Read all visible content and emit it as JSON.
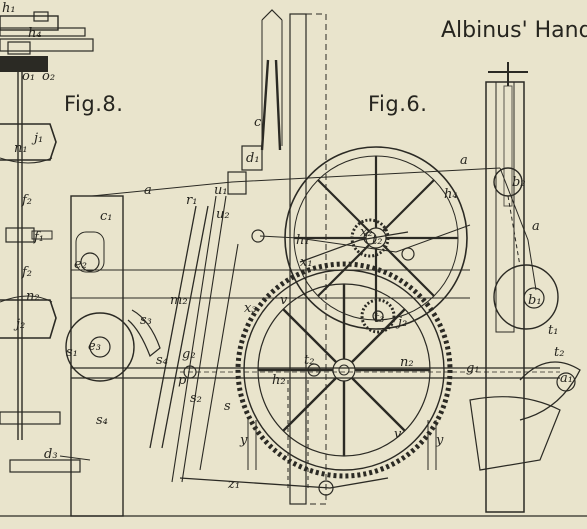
{
  "plate": {
    "title": "Albinus' Handv",
    "fig8": "Fig.8.",
    "fig6": "Fig.6."
  },
  "colors": {
    "paper": "#e9e4cc",
    "ink": "#2b2a24"
  },
  "labels": {
    "h1": "h₁",
    "h4_top": "h₄",
    "o1": "o₁",
    "o2": "o₂",
    "j1": "j₁",
    "n1": "n₁",
    "f2_a": "f₂",
    "f1": "f₁",
    "f2_b": "f₂",
    "n2_left": "n₂",
    "j2_left": "j₂",
    "d3": "d₃",
    "c1": "c₁",
    "e2": "e₂",
    "s3": "s₃",
    "s1": "s₁",
    "e3": "e₃",
    "s4_a": "s₄",
    "s4_b": "s₄",
    "a_left": "a",
    "r1": "r₁",
    "u1": "u₁",
    "u2": "u₂",
    "m2": "m₂",
    "g2": "g₂",
    "p": "p",
    "s2": "s₂",
    "s": "s",
    "y_left": "y",
    "z1": "z₁",
    "d1": "d₁",
    "c": "c",
    "h1_mid": "h₁",
    "x1": "x₁",
    "x3": "x₃",
    "v_top": "v",
    "v_bottom": "v",
    "t2": "t₂",
    "h2": "h₂",
    "n2_right": "n₂",
    "t3": "t₃",
    "j2_right": "j₂",
    "x2": "x₂",
    "t2_top": "t₂",
    "h4": "h₄",
    "a_top": "a",
    "b2": "b₂",
    "a_right": "a",
    "b1": "b₁",
    "t1": "t₁",
    "t2_right": "t₂",
    "a1": "a₁",
    "g1": "g₁",
    "y_right": "y"
  }
}
